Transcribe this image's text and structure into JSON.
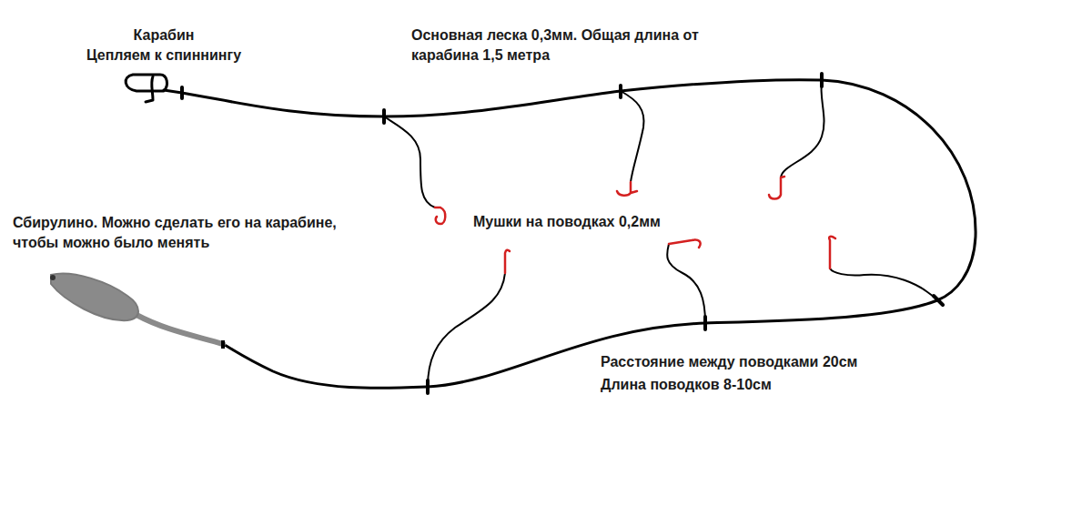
{
  "diagram": {
    "labels": [
      "Карабин",
      "Цепляем к спиннингу",
      "Основная леска 0,3мм. Общая длина от карабина 1,5 метра",
      "Сбирулино. Можно сделать его на карабине, чтобы можно было менять",
      "Мушки на поводках 0,2мм",
      "Расстояние между поводками 20см",
      "Длина поводков 8-10см"
    ]
  }
}
